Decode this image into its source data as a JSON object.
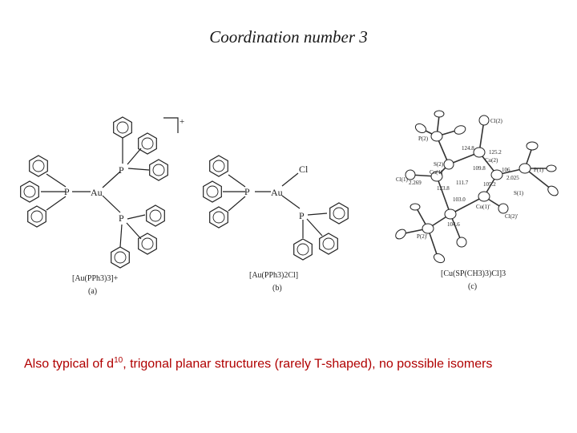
{
  "slide": {
    "title": "Coordination number 3",
    "caption_pre": "Also typical of d",
    "caption_sup": "10",
    "caption_post": ", trigonal planar structures (rarely T-shaped), no possible isomers"
  },
  "structures": {
    "a": {
      "formula": "[Au(PPh3)3]+",
      "panel": "(a)",
      "atoms": {
        "metal": "Au",
        "p": "P"
      },
      "charge": "+"
    },
    "b": {
      "formula": "[Au(PPh3)2Cl]",
      "panel": "(b)",
      "atoms": {
        "metal": "Au",
        "p": "P",
        "cl": "Cl"
      }
    },
    "c": {
      "formula": "[Cu(SP(CH3)3)Cl]3",
      "panel": "(c)",
      "atom_labels": [
        "Cl(2)",
        "P(2)",
        "S(2)",
        "Cu(2)",
        "Cu(1)",
        "Cl(1)",
        "P(1)",
        "S(1)",
        "Cu(1)'",
        "Cl(2)'",
        "P(2)'"
      ],
      "values": [
        "124.8",
        "125.2",
        "109.8",
        "106",
        "111.7",
        "123.8",
        "105.2",
        "103.0",
        "104.6",
        "2.025",
        "2.269"
      ]
    }
  }
}
